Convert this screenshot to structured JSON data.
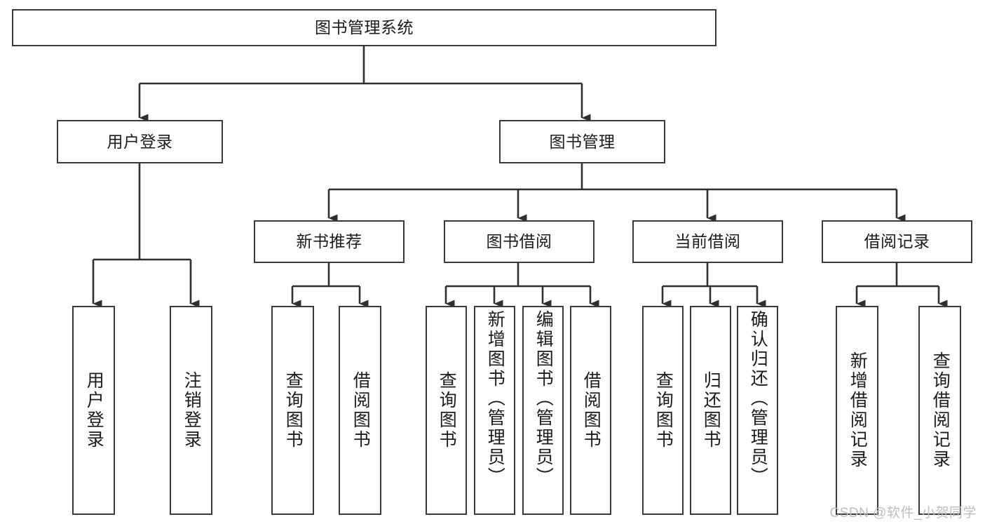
{
  "diagram": {
    "title": "图书管理系统",
    "watermark": "CSDN @软件_小贺同学",
    "line_color": "#3a3a3a",
    "box_fill": "#ffffff",
    "text_color": "#1b1b1b",
    "watermark_color": "#bdbdbd",
    "root": {
      "label": "图书管理系统"
    },
    "level2": [
      {
        "label": "用户登录"
      },
      {
        "label": "图书管理"
      }
    ],
    "level3": [
      {
        "label": "新书推荐"
      },
      {
        "label": "图书借阅"
      },
      {
        "label": "当前借阅"
      },
      {
        "label": "借阅记录"
      }
    ],
    "leaves": [
      {
        "label": "用户登录",
        "parent": "用户登录"
      },
      {
        "label": "注销登录",
        "parent": "用户登录"
      },
      {
        "label": "查询图书",
        "parent": "新书推荐"
      },
      {
        "label": "借阅图书",
        "parent": "新书推荐"
      },
      {
        "label": "查询图书",
        "parent": "图书借阅"
      },
      {
        "label": "新增图书（管理员）",
        "parent": "图书借阅"
      },
      {
        "label": "编辑图书（管理员）",
        "parent": "图书借阅"
      },
      {
        "label": "借阅图书",
        "parent": "图书借阅"
      },
      {
        "label": "查询图书",
        "parent": "当前借阅"
      },
      {
        "label": "归还图书",
        "parent": "当前借阅"
      },
      {
        "label": "确认归还（管理员）",
        "parent": "当前借阅"
      },
      {
        "label": "新增借阅记录",
        "parent": "借阅记录"
      },
      {
        "label": "查询借阅记录",
        "parent": "借阅记录"
      }
    ]
  }
}
